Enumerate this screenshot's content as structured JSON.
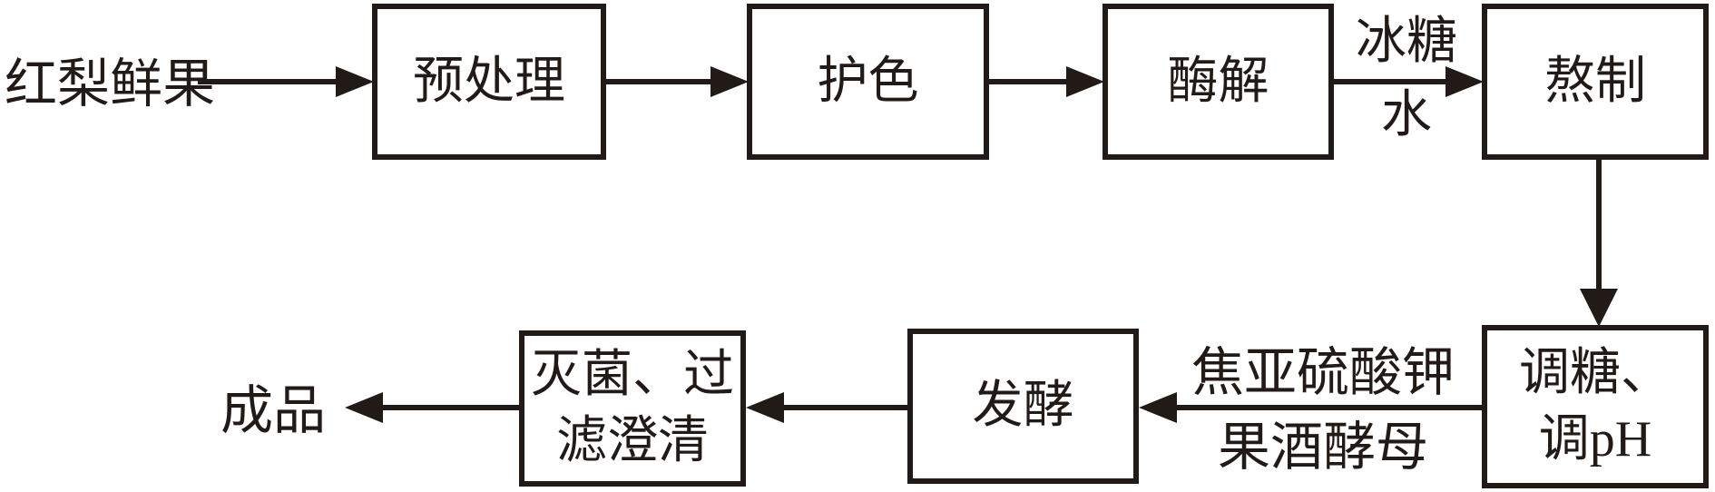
{
  "diagram": {
    "type": "flowchart",
    "ink_color": "#221a16",
    "background_color": "#ffffff",
    "source_label": "红梨鲜果",
    "product_label": "成品",
    "nodes": [
      {
        "id": "pretreatment",
        "lines": [
          "预处理"
        ]
      },
      {
        "id": "color-protection",
        "lines": [
          "护色"
        ]
      },
      {
        "id": "enzymolysis",
        "lines": [
          "酶解"
        ]
      },
      {
        "id": "boiling",
        "lines": [
          "熬制"
        ]
      },
      {
        "id": "adjust-sugar-ph",
        "lines": [
          "调糖、",
          "调pH"
        ]
      },
      {
        "id": "fermentation",
        "lines": [
          "发酵"
        ]
      },
      {
        "id": "sterilize-filter",
        "lines": [
          "灭菌、过",
          "滤澄清"
        ]
      }
    ],
    "edge_labels": {
      "rock_sugar_water": {
        "line1": "冰糖",
        "line2": "水"
      },
      "additives": {
        "line1": "焦亚硫酸钾",
        "line2": "果酒酵母"
      }
    },
    "flow_order": [
      "红梨鲜果",
      "预处理",
      "护色",
      "酶解",
      "熬制",
      "调糖、调pH",
      "发酵",
      "灭菌、过滤澄清",
      "成品"
    ]
  }
}
